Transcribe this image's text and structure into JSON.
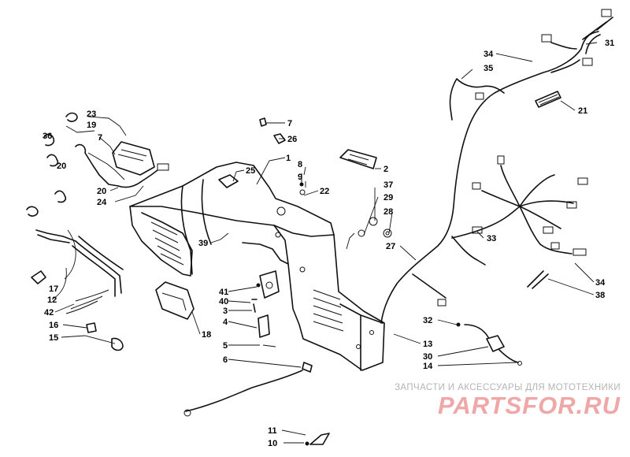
{
  "watermark": {
    "caption": "ЗАПЧАСТИ И АКСЕССУАРЫ ДЛЯ МОТОТЕХНИКИ",
    "logo": "PARTSFOR.RU",
    "caption_color": "#b4b4b4",
    "logo_color": "#f0a7a7"
  },
  "callouts": {
    "c1": "1",
    "c2": "2",
    "c3": "3",
    "c4": "4",
    "c5": "5",
    "c6": "6",
    "c7a": "7",
    "c7b": "7",
    "c8": "8",
    "c9": "9",
    "c10": "10",
    "c11": "11",
    "c12": "12",
    "c13": "13",
    "c14": "14",
    "c15": "15",
    "c16": "16",
    "c17": "17",
    "c18": "18",
    "c19": "19",
    "c20a": "20",
    "c20b": "20",
    "c21": "21",
    "c22": "22",
    "c23": "23",
    "c24": "24",
    "c25": "25",
    "c26": "26",
    "c27": "27",
    "c28": "28",
    "c29": "29",
    "c30": "30",
    "c31": "31",
    "c32": "32",
    "c33": "33",
    "c34a": "34",
    "c34b": "34",
    "c35": "35",
    "c36": "36",
    "c37": "37",
    "c38": "38",
    "c39": "39",
    "c40": "40",
    "c41": "41",
    "c42": "42"
  }
}
